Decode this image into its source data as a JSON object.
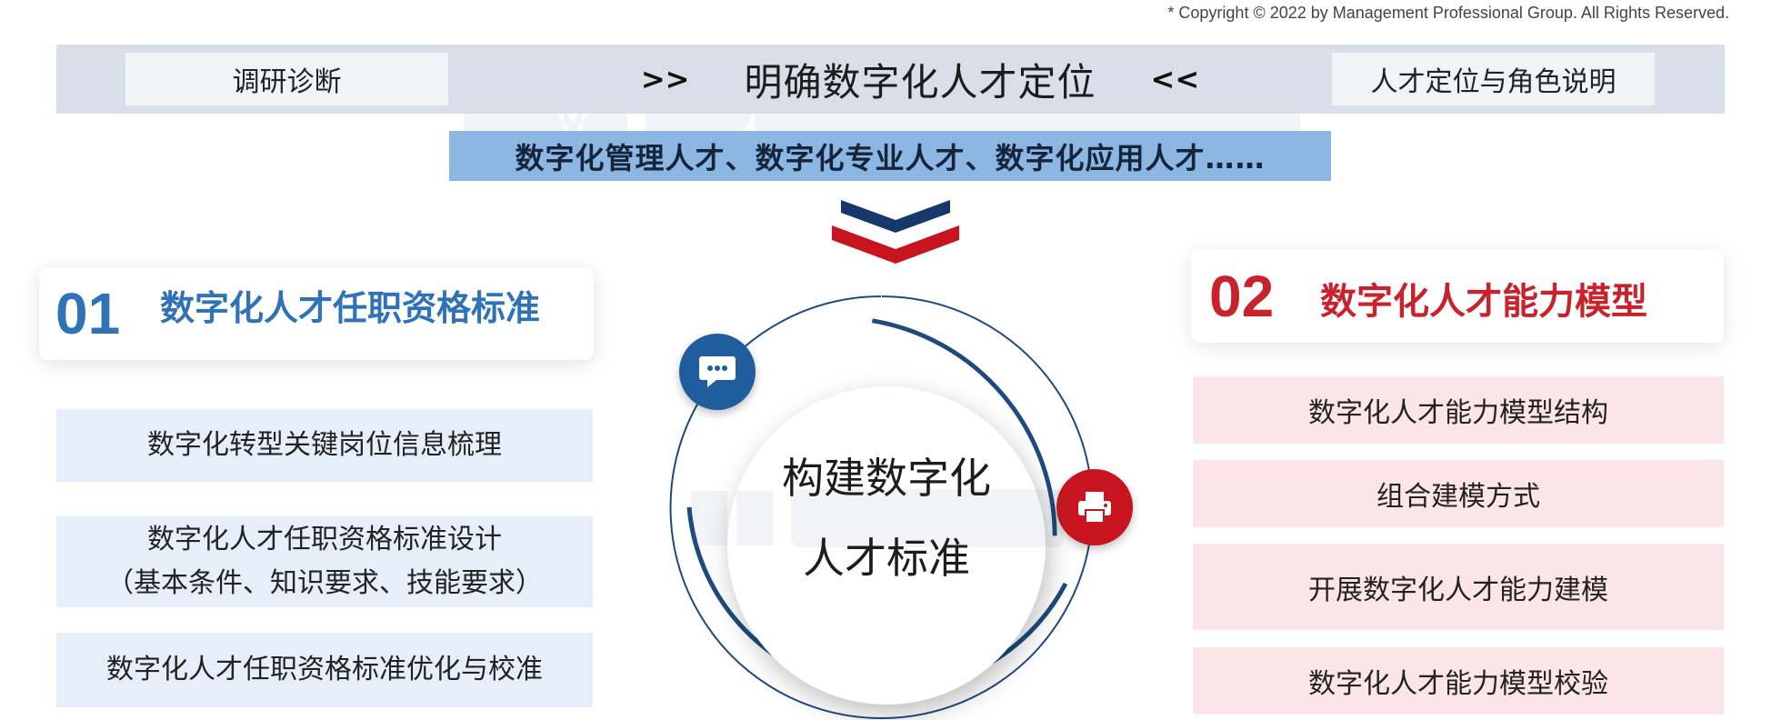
{
  "copyright": "* Copyright © 2022 by Management Professional Group. All Rights Reserved.",
  "header": {
    "left_label": "调研诊断",
    "arrow_left": ">>",
    "title": "明确数字化人才定位",
    "arrow_right": "<<",
    "right_label": "人才定位与角色说明"
  },
  "subtitle": "数字化管理人才、数字化专业人才、数字化应用人才……",
  "center": {
    "line1": "构建数字化",
    "line2": "人才标准"
  },
  "section01": {
    "number": "01",
    "title": "数字化人才任职资格标准",
    "items": [
      {
        "line1": "数字化转型关键岗位信息梳理"
      },
      {
        "line1": "数字化人才任职资格标准设计",
        "line2": "（基本条件、知识要求、技能要求）"
      },
      {
        "line1": "数字化人才任职资格标准优化与校准"
      }
    ]
  },
  "section02": {
    "number": "02",
    "title": "数字化人才能力模型",
    "items": [
      "数字化人才能力模型结构",
      "组合建模方式",
      "开展数字化人才能力建模",
      "数字化人才能力模型校验"
    ]
  },
  "colors": {
    "blue_accent": "#2f72b8",
    "red_accent": "#c8232c",
    "dark_navy": "#1f4a7d",
    "header_bg": "#d9dfe8",
    "subtitle_bg": "#8db7e3"
  },
  "icons": {
    "chat_badge": "chat-bubble-icon",
    "print_badge": "printer-icon",
    "chevron": "double-chevron-down-icon"
  }
}
